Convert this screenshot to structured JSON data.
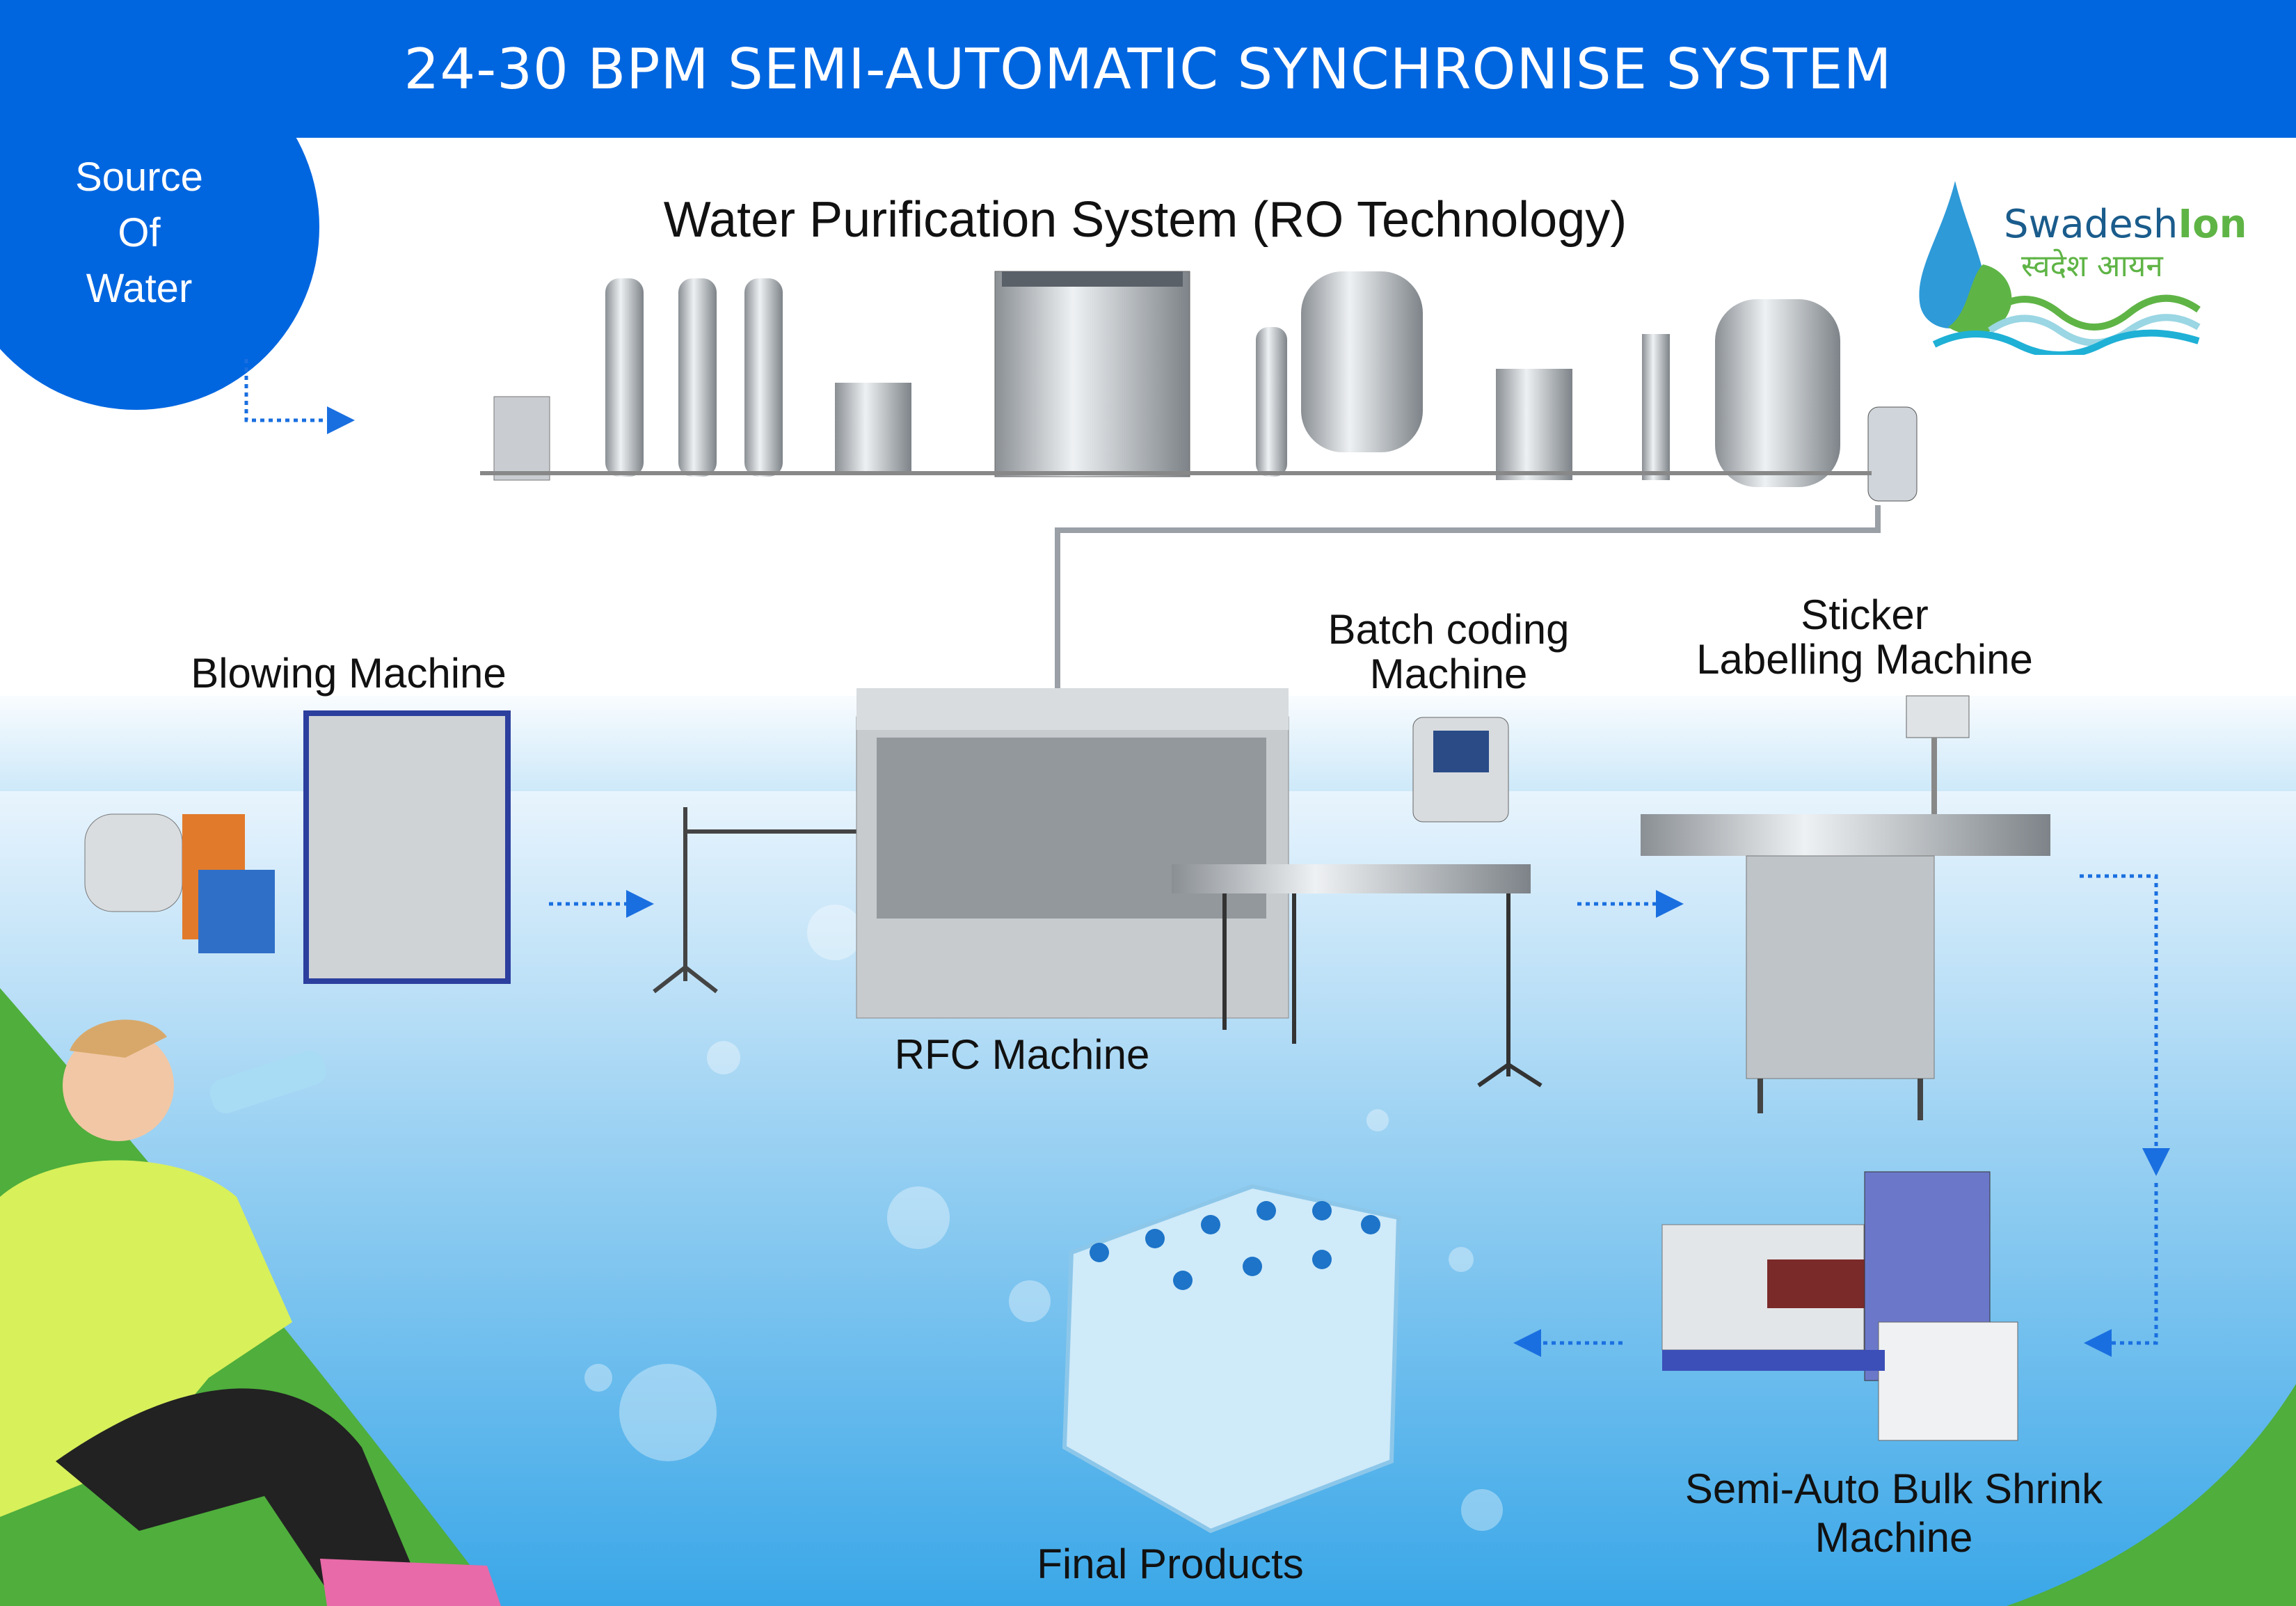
{
  "header": {
    "title": "24-30 BPM SEMI-AUTOMATIC SYNCHRONISE SYSTEM"
  },
  "source": {
    "line1": "Source",
    "line2": "Of",
    "line3": "Water"
  },
  "ro": {
    "title": "Water Purification System (RO Technology)"
  },
  "logo": {
    "name_main": "Swadesh",
    "name_accent": "Ion",
    "name_hindi": "स्वदेश आयन"
  },
  "stages": {
    "blowing": "Blowing Machine",
    "rfc": "RFC Machine",
    "batch_line1": "Batch coding",
    "batch_line2": "Machine",
    "sticker_line1": "Sticker",
    "sticker_line2": "Labelling Machine",
    "shrink_line1": "Semi-Auto Bulk Shrink",
    "shrink_line2": "Machine",
    "final": "Final Products"
  },
  "colors": {
    "brand_blue": "#0066e0",
    "green": "#5fb446",
    "arrow": "#1a6fe0"
  }
}
